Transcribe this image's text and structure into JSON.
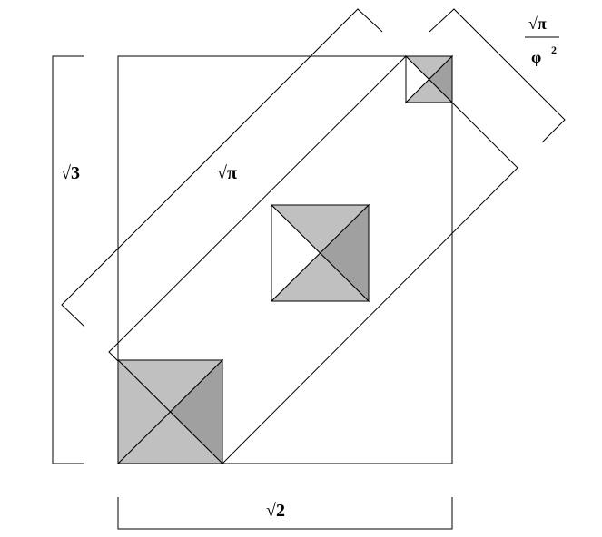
{
  "labels": {
    "height": "√3",
    "width": "√2",
    "diagonal": "√π",
    "ratio_numerator": "√π",
    "ratio_denominator": "φ",
    "ratio_exponent": "2"
  },
  "colors": {
    "light": "#c0c0c0",
    "dark": "#a0a0a0",
    "white": "#ffffff",
    "line": "#000000"
  }
}
